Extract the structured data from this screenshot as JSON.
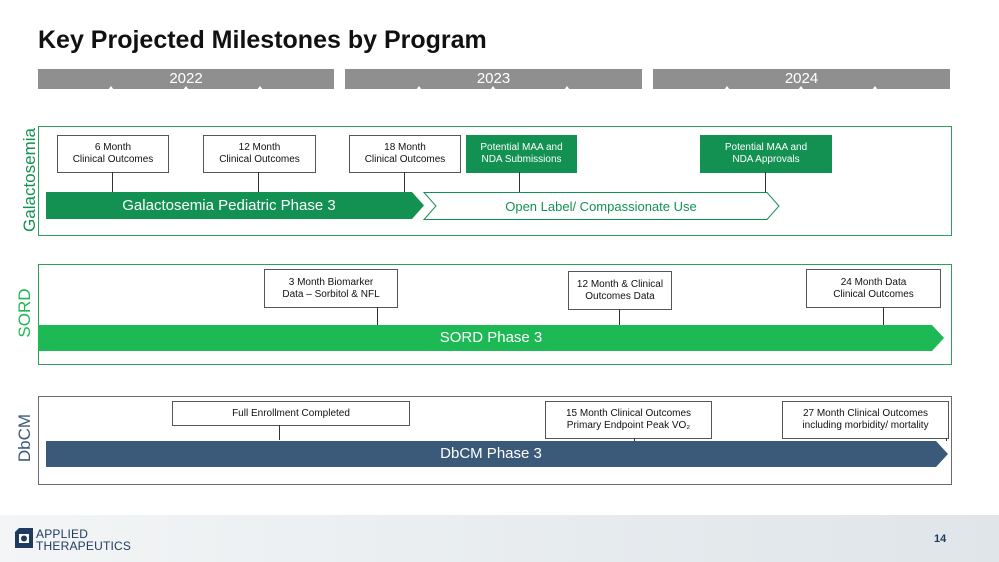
{
  "title": "Key Projected Milestones by Program",
  "years": [
    "2022",
    "2023",
    "2024"
  ],
  "rows": {
    "galactosemia": {
      "label": "Galactosemia",
      "boxes": [
        {
          "line1": "6 Month",
          "line2": "Clinical Outcomes"
        },
        {
          "line1": "12 Month",
          "line2": "Clinical Outcomes"
        },
        {
          "line1": "18 Month",
          "line2": "Clinical Outcomes"
        },
        {
          "line1": "Potential MAA and",
          "line2": "NDA Submissions"
        },
        {
          "line1": "Potential MAA and",
          "line2": "NDA Approvals"
        }
      ],
      "phase_label": "Galactosemia Pediatric Phase 3",
      "open_label": "Open Label/ Compassionate Use"
    },
    "sord": {
      "label": "SORD",
      "boxes": [
        {
          "line1": "3  Month  Biomarker",
          "line2": "Data – Sorbitol & NFL"
        },
        {
          "line1": "12 Month & Clinical",
          "line2": "Outcomes Data"
        },
        {
          "line1": "24 Month Data",
          "line2": "Clinical Outcomes"
        }
      ],
      "phase_label": "SORD Phase 3"
    },
    "dbcm": {
      "label": "DbCM",
      "boxes": [
        {
          "line1": "Full Enrollment Completed",
          "line2": ""
        },
        {
          "line1": "15 Month Clinical Outcomes",
          "line2": "Primary Endpoint Peak VO₂"
        },
        {
          "line1": "27 Month Clinical Outcomes",
          "line2": "including morbidity/ mortality"
        }
      ],
      "phase_label": "DbCM Phase 3"
    }
  },
  "footer": {
    "logo_line1": "APPLIED",
    "logo_line2": "THERAPEUTICS",
    "page_number": "14"
  },
  "colors": {
    "galactosemia_green": "#129152",
    "sord_green": "#1db954",
    "dbcm_navy": "#3b5a7a",
    "year_gray": "#8f8f8f",
    "brand_navy": "#1e3a5f"
  }
}
